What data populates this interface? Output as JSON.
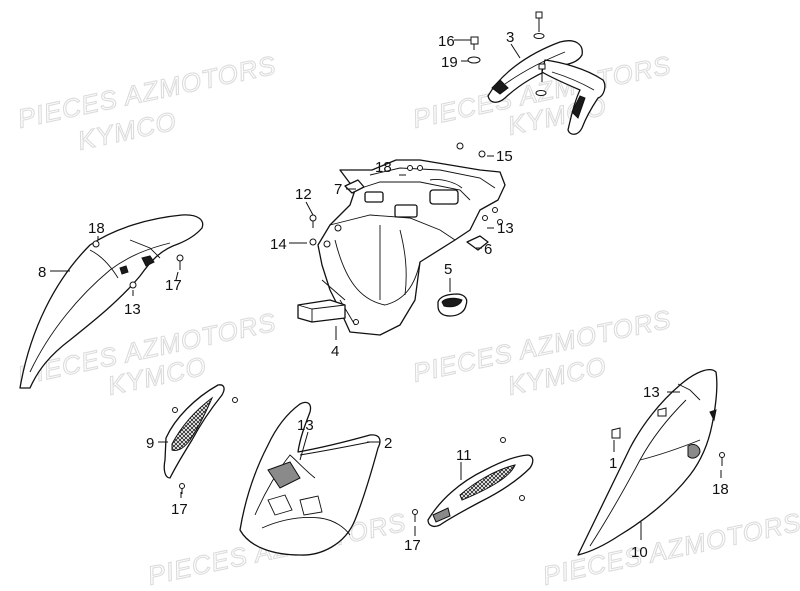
{
  "watermark": {
    "line1": "PIECES AZMOTORS",
    "line2": "KYMCO"
  },
  "callouts": [
    {
      "id": "1",
      "label": "1"
    },
    {
      "id": "2",
      "label": "2"
    },
    {
      "id": "3",
      "label": "3"
    },
    {
      "id": "4",
      "label": "4"
    },
    {
      "id": "5",
      "label": "5"
    },
    {
      "id": "6",
      "label": "6"
    },
    {
      "id": "7",
      "label": "7"
    },
    {
      "id": "8",
      "label": "8"
    },
    {
      "id": "9",
      "label": "9"
    },
    {
      "id": "10",
      "label": "10"
    },
    {
      "id": "11",
      "label": "11"
    },
    {
      "id": "12",
      "label": "12"
    },
    {
      "id": "13a",
      "label": "13"
    },
    {
      "id": "13b",
      "label": "13"
    },
    {
      "id": "13c",
      "label": "13"
    },
    {
      "id": "13d",
      "label": "13"
    },
    {
      "id": "14",
      "label": "14"
    },
    {
      "id": "15",
      "label": "15"
    },
    {
      "id": "16",
      "label": "16"
    },
    {
      "id": "17a",
      "label": "17"
    },
    {
      "id": "17b",
      "label": "17"
    },
    {
      "id": "17c",
      "label": "17"
    },
    {
      "id": "18a",
      "label": "18"
    },
    {
      "id": "18b",
      "label": "18"
    },
    {
      "id": "18c",
      "label": "18"
    },
    {
      "id": "19",
      "label": "19"
    }
  ]
}
